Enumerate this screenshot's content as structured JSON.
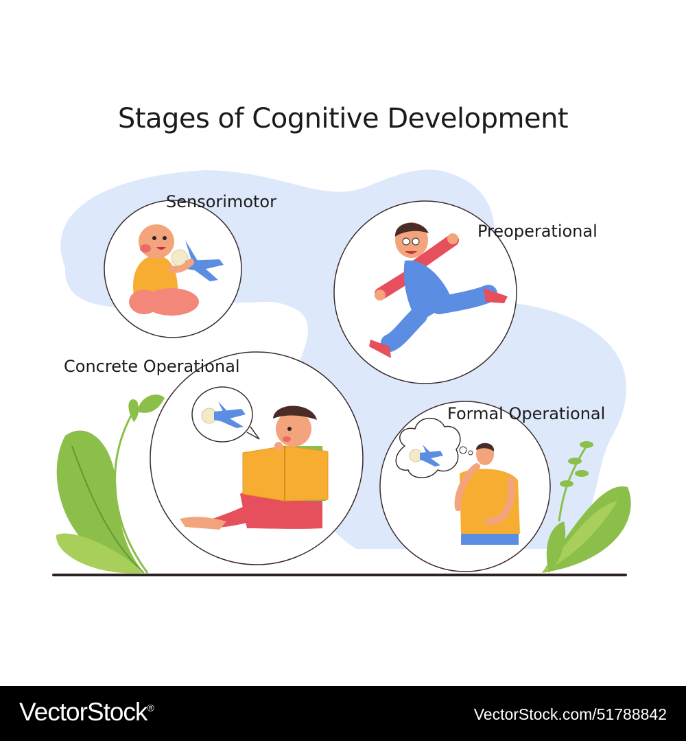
{
  "title": "Stages of Cognitive Development",
  "stages": [
    {
      "label": "Sensorimotor"
    },
    {
      "label": "Preoperational"
    },
    {
      "label": "Concrete Operational"
    },
    {
      "label": "Formal Operational"
    }
  ],
  "footer": {
    "brand": "VectorStock",
    "brand_mark": "®",
    "credit": "VectorStock.com/51788842"
  },
  "colors": {
    "blob": "#dde9fb",
    "leaf": "#8bbf4a",
    "ground": "#2d2222",
    "accent_blue": "#5b8de3",
    "accent_orange": "#f7ad32",
    "accent_red": "#e64f5c"
  },
  "icons": [
    "leaf-icon",
    "airplane-toy-icon",
    "thought-bubble-icon",
    "book-icon"
  ]
}
